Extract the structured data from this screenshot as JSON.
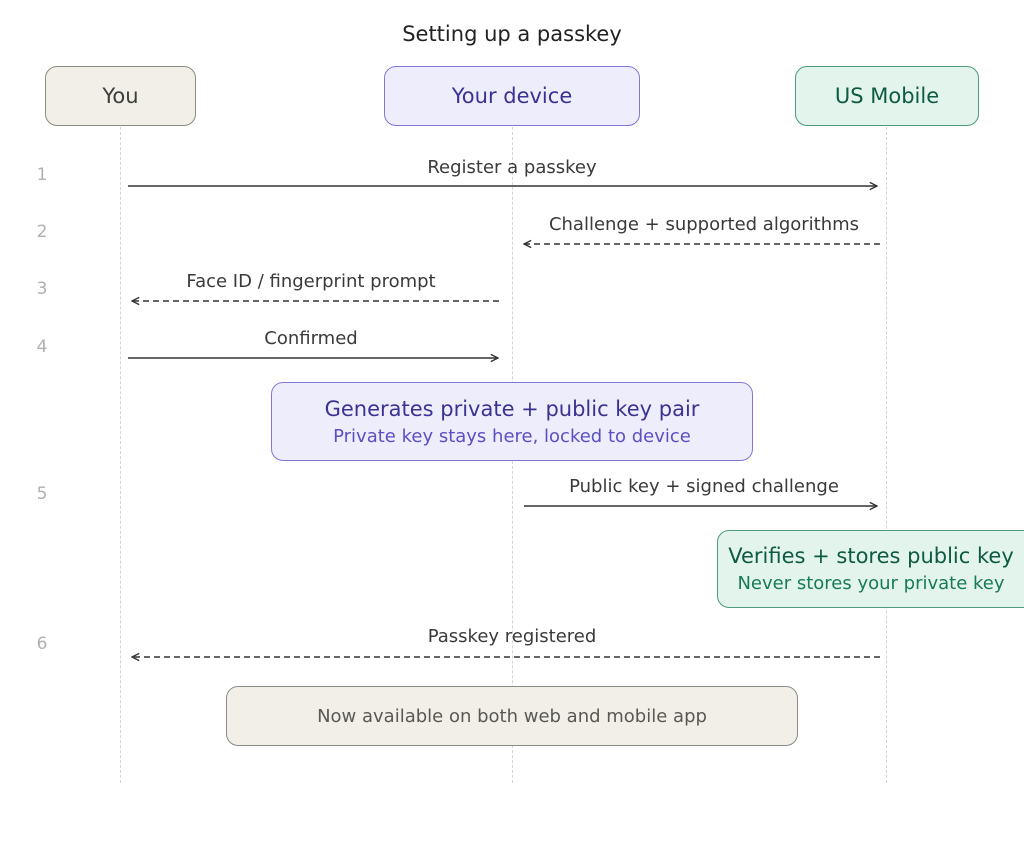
{
  "title": "Setting up a passkey",
  "actors": {
    "you": "You",
    "device": "Your device",
    "carrier": "US Mobile"
  },
  "steps": [
    {
      "num": "1",
      "label": "Register a passkey"
    },
    {
      "num": "2",
      "label": "Challenge + supported algorithms"
    },
    {
      "num": "3",
      "label": "Face ID / fingerprint prompt"
    },
    {
      "num": "4",
      "label": "Confirmed"
    },
    {
      "num": "5",
      "label": "Public key + signed challenge"
    },
    {
      "num": "6",
      "label": "Passkey registered"
    }
  ],
  "notes": {
    "device": {
      "title": "Generates private + public key pair",
      "subtitle": "Private key stays here, locked to device"
    },
    "carrier": {
      "title": "Verifies + stores public key",
      "subtitle": "Never stores your private key"
    },
    "final": {
      "title": "Now available on both web and mobile app"
    }
  },
  "colors": {
    "you_fill": "#f1efe8",
    "you_border": "#8c8a84",
    "you_text": "#3d3d3a",
    "device_fill": "#eeedfc",
    "device_border": "#8078d8",
    "device_text": "#3b3393",
    "device_sub_text": "#5a50c4",
    "carrier_fill": "#e2f4ec",
    "carrier_border": "#4c9b7a",
    "carrier_text": "#0e5a42",
    "carrier_sub_text": "#177a59",
    "arrow": "#333333"
  }
}
